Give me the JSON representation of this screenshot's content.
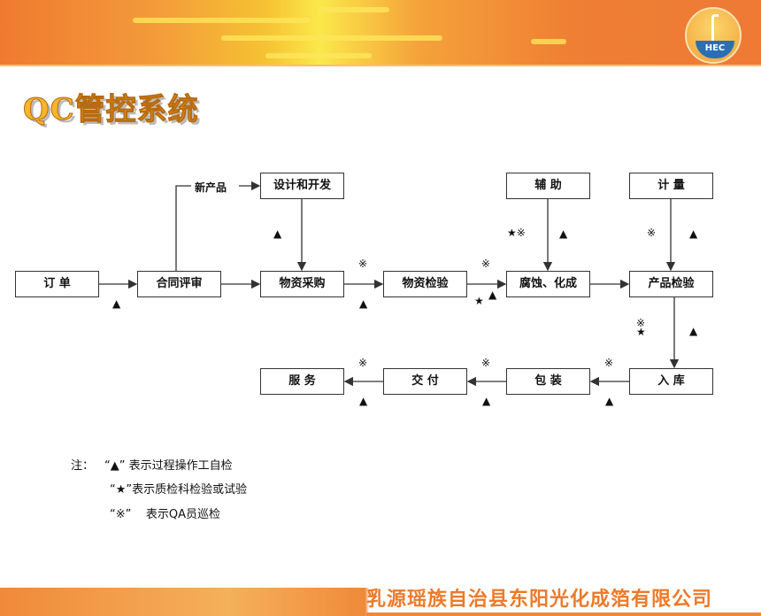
{
  "header": {
    "logo_text": "HEC"
  },
  "title": "QC管控系统",
  "boxes": {
    "order": "订 单",
    "contract": "合同评审",
    "purchase": "物资采购",
    "material_inspect": "物资检验",
    "etching": "腐蚀、化成",
    "product_inspect": "产品检验",
    "design": "设计和开发",
    "auxiliary": "辅 助",
    "metrology": "计 量",
    "service": "服 务",
    "delivery": "交 付",
    "packing": "包 装",
    "storage": "入 库"
  },
  "labels": {
    "new_product": "新产品"
  },
  "markers": {
    "triangle": "▲",
    "star": "★",
    "ref": "※",
    "star_ref": "★※",
    "ref_star_a": "※",
    "ref_star_b": "★"
  },
  "legend": {
    "prefix": "注：",
    "items": [
      {
        "symbol": "“▲”",
        "text": "表示过程操作工自检"
      },
      {
        "symbol": "“★”",
        "text": "表示质检科检验或试验"
      },
      {
        "symbol": "“※”",
        "text": "表示QA员巡检"
      }
    ]
  },
  "footer": {
    "company": "乳源瑶族自治县东阳光化成箔有限公司"
  }
}
